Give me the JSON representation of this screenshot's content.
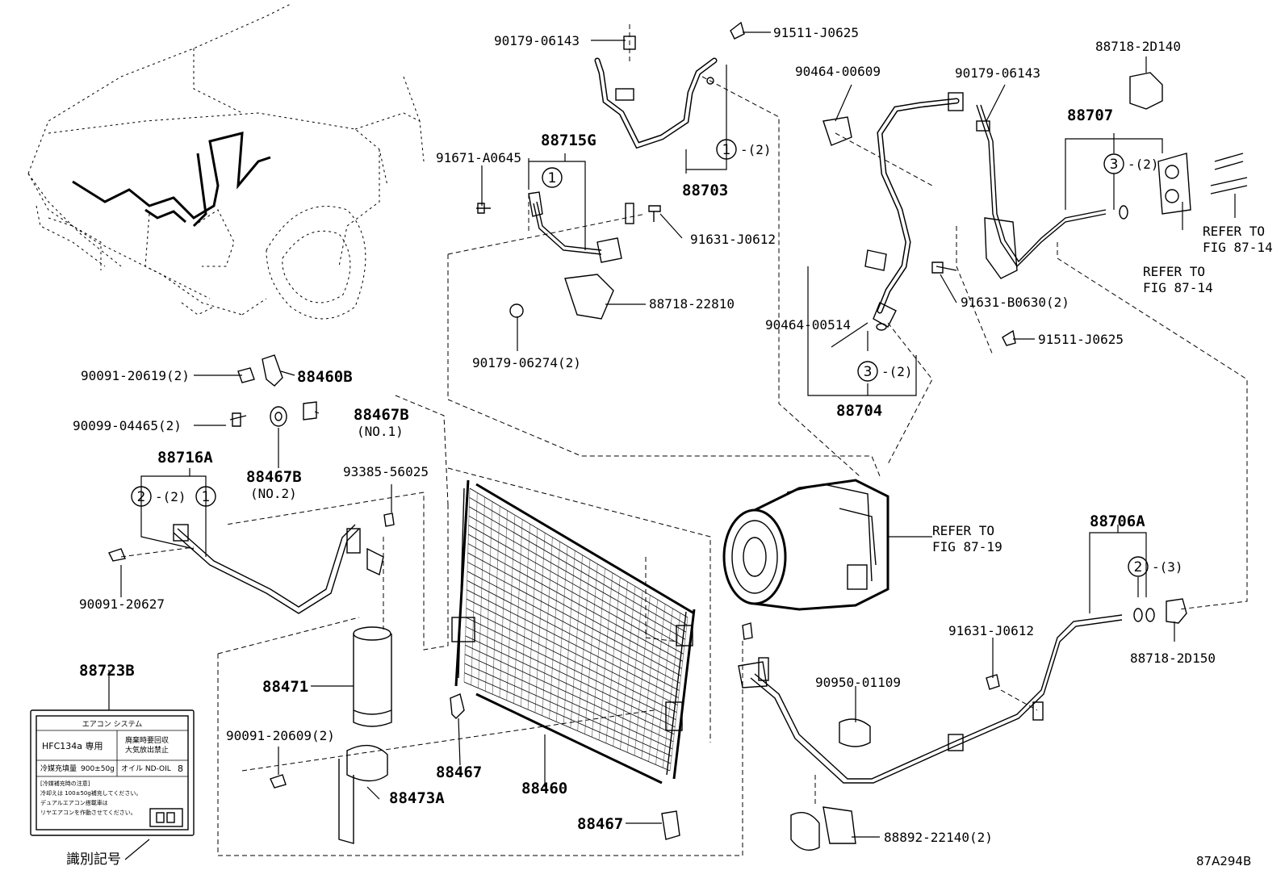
{
  "diagram_id": "87A294B",
  "parts": {
    "p90179_06143_a": "90179-06143",
    "p91511_J0625_a": "91511-J0625",
    "p88715G": "88715G",
    "p91671_A0645": "91671-A0645",
    "p88703": "88703",
    "p91631_J0612_a": "91631-J0612",
    "p88718_22810": "88718-22810",
    "p90179_06274": "90179-06274(2)",
    "p90464_00609": "90464-00609",
    "p90179_06143_b": "90179-06143",
    "p88718_2D140": "88718-2D140",
    "p88707": "88707",
    "p91631_B0630": "91631-B0630(2)",
    "p90464_00514": "90464-00514",
    "p91511_J0625_b": "91511-J0625",
    "p88704": "88704",
    "p90091_20619": "90091-20619(2)",
    "p88460B": "88460B",
    "p90099_04465": "90099-04465(2)",
    "p88467B_1": "88467B",
    "p88467B_1_note": "(NO.1)",
    "p88716A": "88716A",
    "p88467B_2": "88467B",
    "p88467B_2_note": "(NO.2)",
    "p93385_56025": "93385-56025",
    "p90091_20627": "90091-20627",
    "p88723B": "88723B",
    "p88471": "88471",
    "p90091_20609": "90091-20609(2)",
    "p88473A": "88473A",
    "p88467_a": "88467",
    "p88460": "88460",
    "p88467_b": "88467",
    "p88706A": "88706A",
    "p91631_J0612_b": "91631-J0612",
    "p88718_2D150": "88718-2D150",
    "p90950_01109": "90950-01109",
    "p88892_22140": "88892-22140(2)"
  },
  "refs": {
    "r87_14_a": [
      "REFER TO",
      "FIG 87-14"
    ],
    "r87_14_b": [
      "REFER TO",
      "FIG 87-14"
    ],
    "r87_19": [
      "REFER TO",
      "FIG 87-19"
    ]
  },
  "qty": {
    "c1_2": "1",
    "c1_2q": "-(2)",
    "c1_alone": "1",
    "c3_a": "3",
    "c3_aq": "-(2)",
    "c3_b": "3",
    "c3_bq": "-(2)",
    "c2_a": "2",
    "c2_aq": "-(2)",
    "c1_b": "1",
    "c2_b": "2",
    "c2_bq": "-(3)"
  },
  "label_card": {
    "title": "エアコン システム",
    "refrigerant": "HFC134a 専用",
    "warning": "廃棄時要回収 大気放出禁止",
    "warning_l1": "廃棄時要回収",
    "warning_l2": "大気放出禁止",
    "charge_label": "冷媒充填量",
    "charge_value": "900±50g",
    "oil_label": "オイル ND-OIL",
    "oil_value": "8",
    "note_title": "[冷媒補充時の注意]",
    "note_l1": "冷却えは 100±50g補充してください。",
    "note_l2": "デュアルエアコン搭載車は",
    "note_l3": "リヤエアコンを作動させてください。",
    "id_label": "識別記号"
  }
}
